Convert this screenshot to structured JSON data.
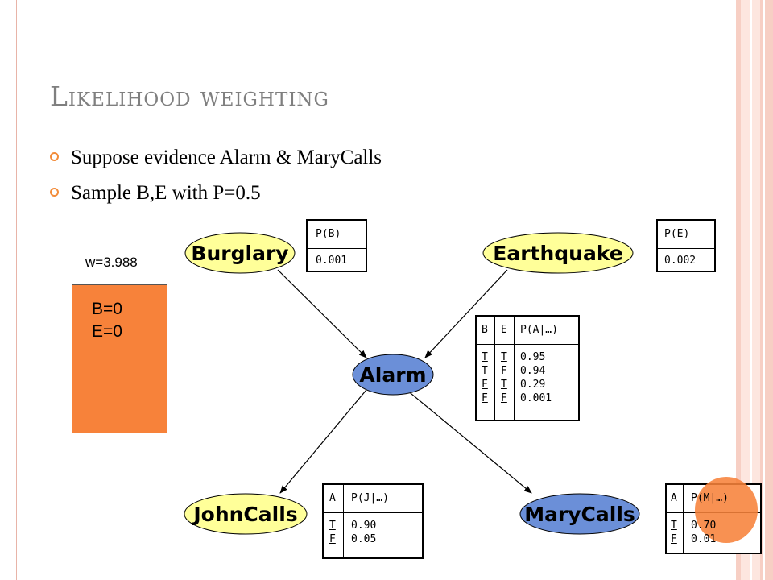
{
  "slide": {
    "title": "Likelihood weighting",
    "bullets": [
      "Suppose evidence Alarm & MaryCalls",
      "Sample B,E with P=0.5"
    ],
    "weight_label": "w=3.988",
    "sample": {
      "b": "B=0",
      "e": "E=0"
    }
  },
  "nodes": {
    "burglary": "Burglary",
    "earthquake": "Earthquake",
    "alarm": "Alarm",
    "johncalls": "JohnCalls",
    "marycalls": "MaryCalls"
  },
  "colors": {
    "prior_node_fill": "#ffff99",
    "evidence_node_fill": "#6b8fd8",
    "sample_box_fill": "#f7823a",
    "bullet": "#f28c3a",
    "highlight": "#f7823a"
  },
  "tables": {
    "pb": {
      "header": "P(B)",
      "value": "0.001"
    },
    "pe": {
      "header": "P(E)",
      "value": "0.002"
    },
    "pa": {
      "headers": [
        "B",
        "E",
        "P(A|…)"
      ],
      "col_b": "T\nT\nF\nF",
      "col_e": "T\nF\nT\nF",
      "col_p": "0.95\n0.94\n0.29\n0.001"
    },
    "pj": {
      "headers": [
        "A",
        "P(J|…)"
      ],
      "col_a": "T\nF",
      "col_p": "0.90\n0.05"
    },
    "pm": {
      "headers": [
        "A",
        "P(M|…)"
      ],
      "col_a": "T\nF",
      "col_p": "0.70\n0.01"
    }
  }
}
